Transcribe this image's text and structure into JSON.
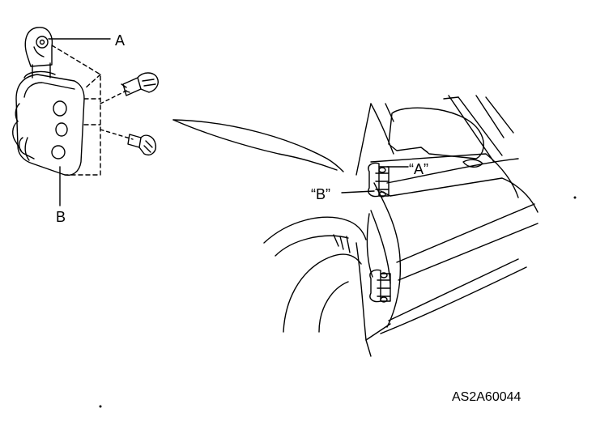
{
  "labels": {
    "part_a": "A",
    "part_b": "B",
    "location_a": "“A”",
    "location_b": "“B”",
    "figure_code": "AS2A60044"
  },
  "colors": {
    "line": "#000000",
    "background": "#ffffff"
  },
  "icons": {
    "hinge": "door-hinge-icon",
    "bolt": "bolt-icon"
  }
}
